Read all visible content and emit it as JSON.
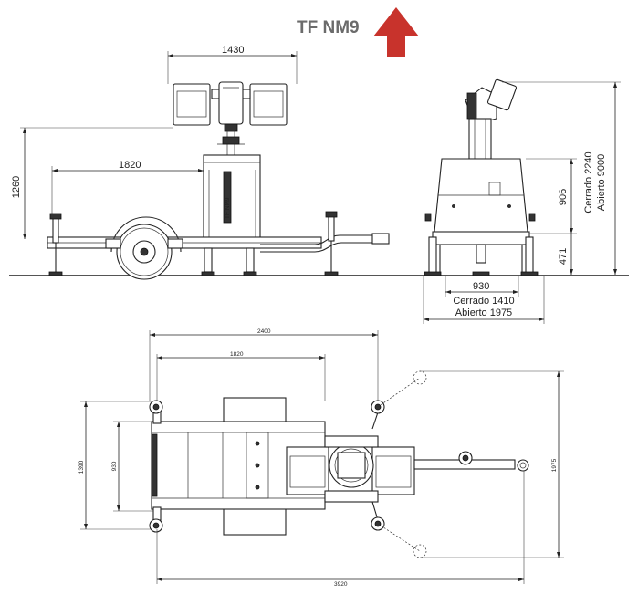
{
  "header": {
    "model": "TF NM9",
    "arrow_color": "#c8332c"
  },
  "front_view": {
    "width_lamps": "1430",
    "height_axle": "1260",
    "length_axle": "1820"
  },
  "side_view": {
    "height_body": "906",
    "height_chassis": "471",
    "height_closed": "Cerrado 2240",
    "height_open": "Abierto 9000",
    "track_width": "930",
    "base_closed": "Cerrado 1410",
    "base_open": "Abierto 1975"
  },
  "top_view": {
    "overall_length_body": "2400",
    "axle_length": "1820",
    "outrigger_span": "1390",
    "track_width": "930",
    "outrigger_open": "1975",
    "total_length": "3920"
  }
}
